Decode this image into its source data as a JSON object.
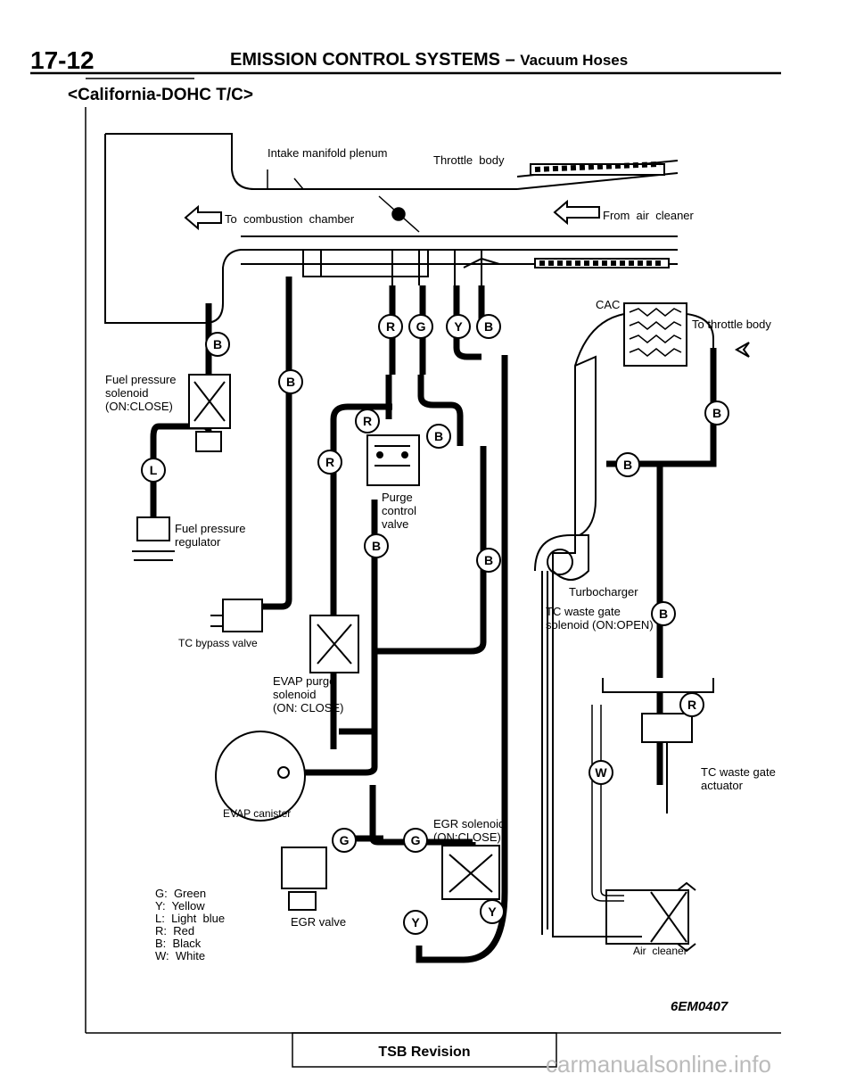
{
  "header": {
    "page_number": "17-12",
    "title_main": "EMISSION CONTROL SYSTEMS",
    "title_dash": "–",
    "title_sub": "Vacuum Hoses"
  },
  "subtitle": "<California-DOHC  T/C>",
  "labels": {
    "intake_manifold": "Intake manifold plenum",
    "throttle_body": "Throttle  body",
    "to_combustion": "To  combustion  chamber",
    "from_air_cleaner": "From  air  cleaner",
    "cac": "CAC",
    "to_throttle_body": "To throttle body",
    "fuel_pressure_solenoid": "Fuel pressure\nsolenoid\n(ON:CLOSE)",
    "fuel_pressure_regulator": "Fuel pressure\nregulator",
    "purge_control_valve": "Purge\ncontrol\nvalve",
    "tc_bypass_valve": "TC bypass valve",
    "evap_purge_solenoid": "EVAP purge\nsolenoid\n(ON: CLOSE)",
    "turbocharger": "Turbocharger",
    "tc_waste_gate_solenoid": "TC waste gate\nsolenoid (ON:OPEN)",
    "tc_waste_gate_actuator": "TC waste gate\nactuator",
    "evap_canister": "EVAP canister",
    "egr_solenoid": "EGR solenoid\n(ON:CLOSE)",
    "egr_valve": "EGR valve",
    "air_cleaner": "Air  cleaner"
  },
  "legend": [
    "G:  Green",
    "Y:  Yellow",
    "L:  Light  blue",
    "R:  Red",
    "B:  Black",
    "W:  White"
  ],
  "hose_tags": {
    "b": "B",
    "r": "R",
    "g": "G",
    "y": "Y",
    "l": "L",
    "w": "W"
  },
  "figure_code": "6EM0407",
  "footer": {
    "tsb": "TSB  Revision"
  },
  "watermark": "carmanualsonline.info"
}
